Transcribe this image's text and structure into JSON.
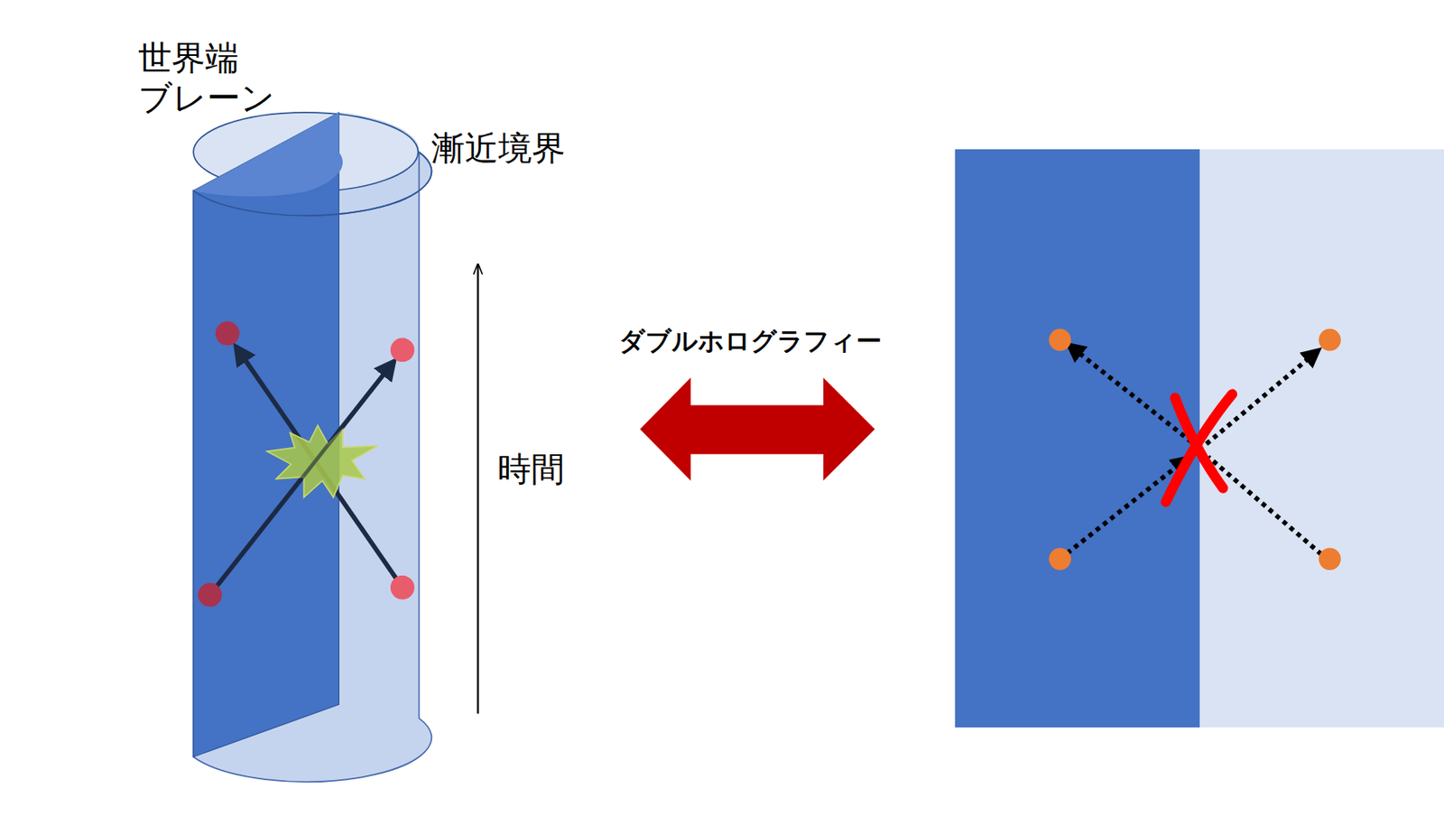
{
  "diagram": {
    "labels": [
      "世界端 ブレーン",
      "漸近境界",
      "時間",
      "ダブルホログラフィー"
    ]
  }
}
